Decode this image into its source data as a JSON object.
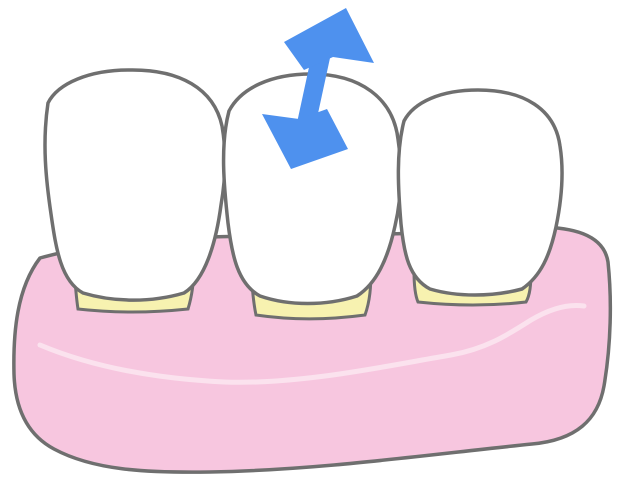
{
  "illustration": {
    "subject": "",
    "teeth": [
      {
        "id": "tooth-left"
      },
      {
        "id": "tooth-center"
      },
      {
        "id": "tooth-right"
      }
    ],
    "colors": {
      "background": "#ffffff",
      "gum_fill": "#f7c6df",
      "gum_highlight": "#fbe2ee",
      "tooth_fill": "#ffffff",
      "root_fill": "#f7f2b0",
      "outline": "#6f6f6f",
      "arrow": "#4e91ee"
    },
    "icons": {
      "arrow": "double-headed-arrow-icon"
    }
  }
}
